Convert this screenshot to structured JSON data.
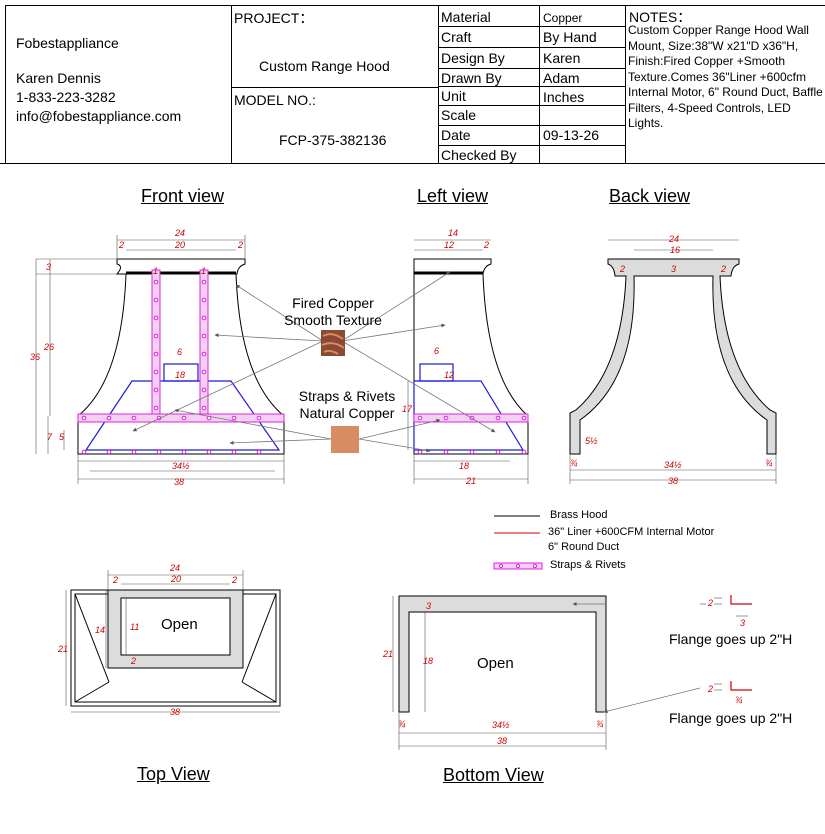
{
  "company": {
    "name": "Fobestappliance",
    "contact_name": "Karen Dennis",
    "phone": "1-833-223-3282",
    "email": "info@fobestappliance.com"
  },
  "project": {
    "label": "PROJECT：",
    "value": "Custom Range Hood"
  },
  "model": {
    "label": "MODEL NO.:",
    "value": "FCP-375-382136"
  },
  "specs": [
    {
      "label": "Material",
      "value": "Copper"
    },
    {
      "label": "Craft",
      "value": "By Hand"
    },
    {
      "label": "Design By",
      "value": "Karen"
    },
    {
      "label": "Drawn By",
      "value": "Adam"
    },
    {
      "label": "Unit",
      "value": "Inches"
    },
    {
      "label": "Scale",
      "value": ""
    },
    {
      "label": "Date",
      "value": "09-13-26"
    },
    {
      "label": "Checked By",
      "value": ""
    }
  ],
  "notes": {
    "title": "NOTES：",
    "text": "Custom Copper Range Hood Wall Mount, Size:38\"W x21\"D x36\"H, Finish:Fired Copper +Smooth Texture.Comes 36\"Liner +600cfm Internal Motor, 6\" Round Duct, Baffle Filters, 4-Speed Controls, LED Lights."
  },
  "views": {
    "front": "Front view",
    "left": "Left view",
    "back": "Back view",
    "top": "Top View",
    "bottom": "Bottom View"
  },
  "callouts": {
    "fired_copper": "Fired Copper\nSmooth Texture",
    "straps": "Straps & Rivets\nNatural Copper"
  },
  "legend": {
    "brass": "Brass Hood",
    "liner": "36\" Liner +600CFM Internal Motor",
    "duct": "6\" Round Duct",
    "straps": "Straps & Rivets"
  },
  "open_label": "Open",
  "flange_note": "Flange goes up 2\"H",
  "colors": {
    "dimension": "#d00000",
    "liner": "#1a1adc",
    "straps": "#e020e0",
    "copper": "#c8784c"
  },
  "dims": {
    "f_24": "24",
    "f_20": "20",
    "f_2a": "2",
    "f_2b": "2",
    "f_3": "3",
    "f_26": "26",
    "f_36": "36",
    "f_7": "7",
    "f_5": "5",
    "f_1a": "1",
    "f_1b": "1",
    "f_6": "6",
    "f_18": "18",
    "f_34": "34½",
    "f_38": "38",
    "l_14": "14",
    "l_12": "12",
    "l_2": "2",
    "l_6": "6",
    "l_12b": "12",
    "l_17": "17",
    "l_18": "18",
    "l_21": "21",
    "b_24": "24",
    "b_16": "16",
    "b_2a": "2",
    "b_3": "3",
    "b_2b": "2",
    "b_55": "5½",
    "b_34a": "¾",
    "b_345": "34½",
    "b_34b": "¾",
    "b_38": "38",
    "t_24": "24",
    "t_20": "20",
    "t_2a": "2",
    "t_2b": "2",
    "t_14": "14",
    "t_11": "11",
    "t_21": "21",
    "t_2c": "2",
    "t_38": "38",
    "bt_3": "3",
    "bt_21": "21",
    "bt_18": "18",
    "bt_34a": "¾",
    "bt_345": "34½",
    "bt_34b": "¾",
    "bt_38": "38",
    "fl1_2": "2",
    "fl1_3": "3",
    "fl2_2": "2",
    "fl2_34": "¾"
  }
}
